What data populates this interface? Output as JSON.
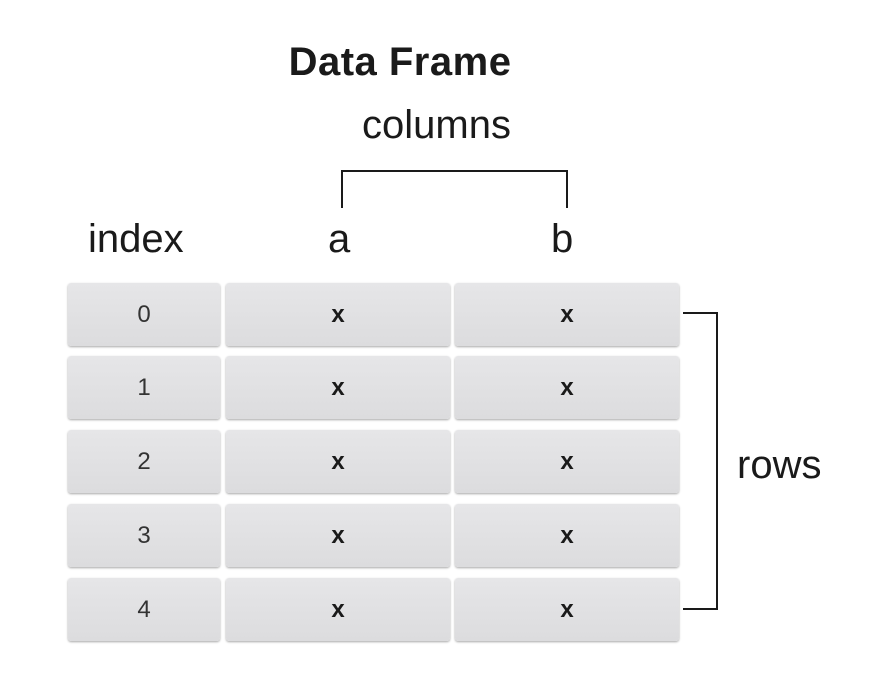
{
  "title": "Data Frame",
  "labels": {
    "columns": "columns",
    "rows": "rows",
    "index": "index"
  },
  "column_names": [
    "a",
    "b"
  ],
  "rows": [
    {
      "index": "0",
      "a": "x",
      "b": "x"
    },
    {
      "index": "1",
      "a": "x",
      "b": "x"
    },
    {
      "index": "2",
      "a": "x",
      "b": "x"
    },
    {
      "index": "3",
      "a": "x",
      "b": "x"
    },
    {
      "index": "4",
      "a": "x",
      "b": "x"
    }
  ]
}
